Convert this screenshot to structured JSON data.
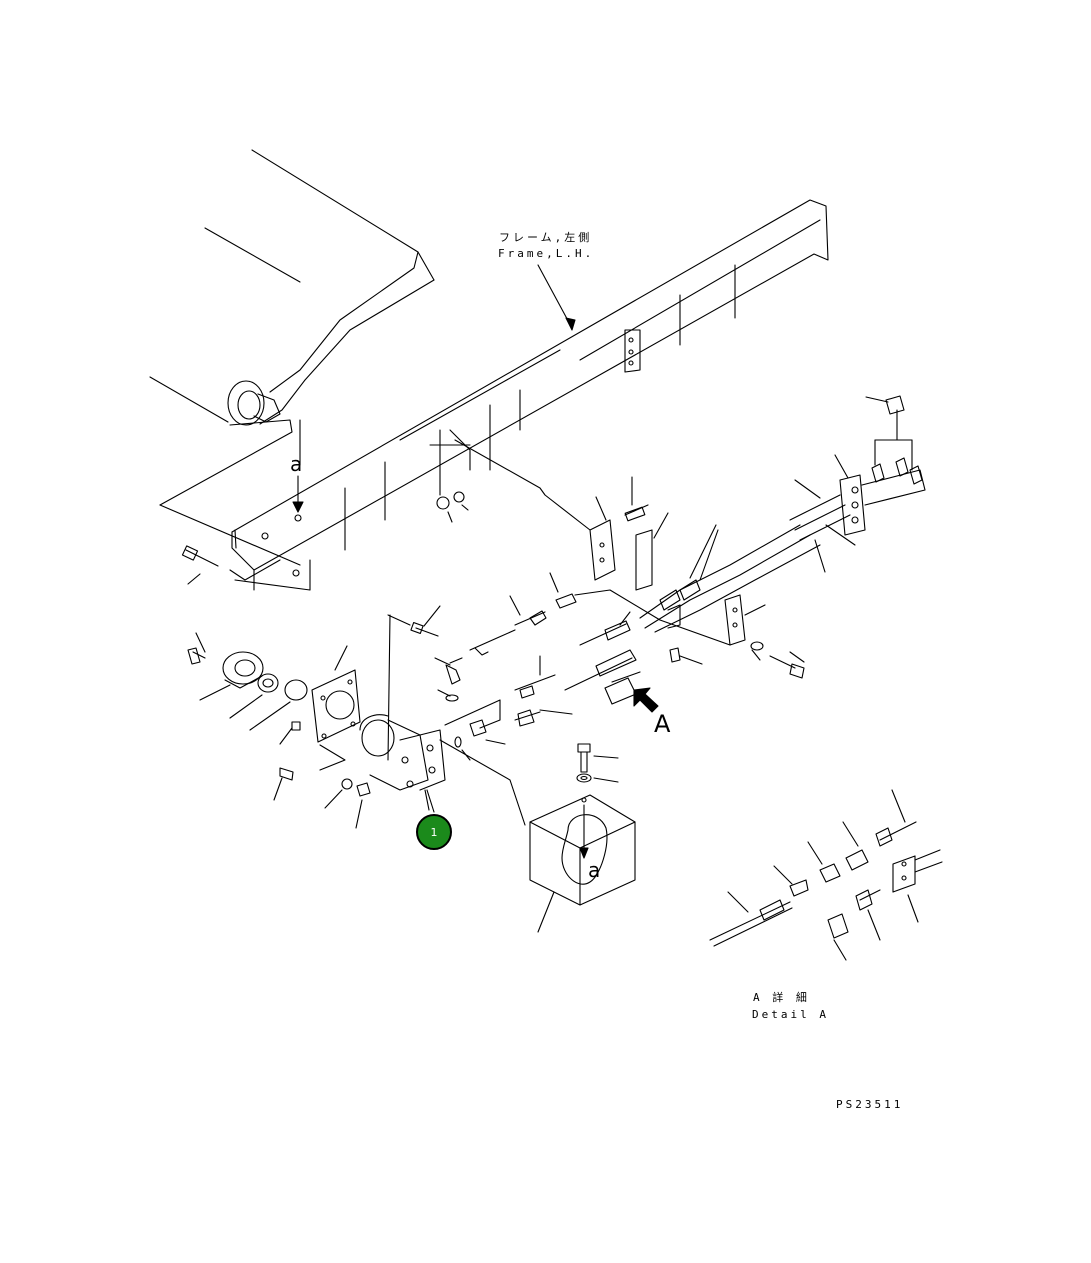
{
  "labels": {
    "frame_jp": "フレーム,左側",
    "frame_en": "Frame,L.H.",
    "detail_jp": "A 詳 細",
    "detail_en": "Detail A",
    "letter_a_top": "a",
    "letter_a_box": "a",
    "letter_A": "A",
    "drawing_number": "PS23511"
  },
  "callouts": [
    {
      "number": "1",
      "color": "#1b8a1b"
    }
  ]
}
